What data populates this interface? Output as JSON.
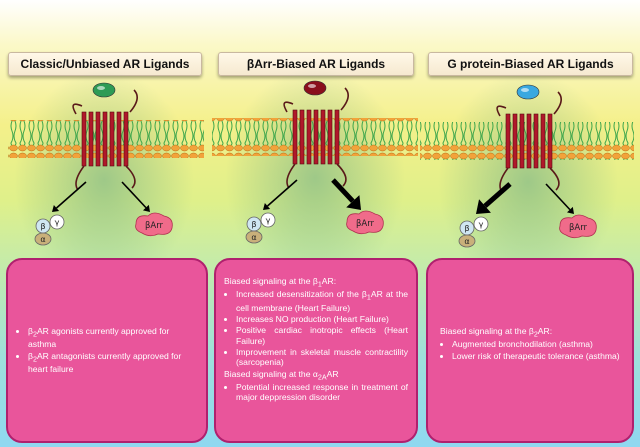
{
  "panels": [
    {
      "title": "Classic/Unbiased AR Ligands",
      "ligand_color": "#2e9b55",
      "arrow_left": "thin",
      "arrow_right": "thin",
      "card": {
        "header": "",
        "items": [
          {
            "pre": "β",
            "sub": "2",
            "post": "AR agonists currently approved for asthma"
          },
          {
            "pre": "β",
            "sub": "2",
            "post": "AR antagonists currently approved for heart failure"
          }
        ]
      }
    },
    {
      "title": "βArr-Biased AR Ligands",
      "ligand_color": "#8a0f1c",
      "arrow_left": "thin",
      "arrow_right": "thick",
      "card": {
        "header1": {
          "pre": "Biased signaling at the β",
          "sub": "1",
          "post": "AR:"
        },
        "items1": [
          {
            "pre": "Increased desensitization of the β",
            "sub": "1",
            "post": "AR at the cell membrane (Heart Failure)"
          },
          {
            "pre": "Increases NO production (Heart Failure)",
            "sub": "",
            "post": ""
          },
          {
            "pre": "Positive cardiac inotropic effects (Heart Failure)",
            "sub": "",
            "post": ""
          },
          {
            "pre": "Improvement in skeletal muscle contractility (sarcopenia)",
            "sub": "",
            "post": ""
          }
        ],
        "header2": {
          "pre": "Biased signaling at the α",
          "sub": "2A",
          "post": "AR"
        },
        "items2": [
          {
            "pre": "Potential increased response in treatment of major deppression disorder",
            "sub": "",
            "post": ""
          }
        ]
      }
    },
    {
      "title": "G protein-Biased AR Ligands",
      "ligand_color": "#3aa8e0",
      "arrow_left": "thick",
      "arrow_right": "thin",
      "card": {
        "header": {
          "pre": "Biased signaling at the β",
          "sub": "2",
          "post": "AR:"
        },
        "items": [
          {
            "pre": "Augmented bronchodilation (asthma)",
            "sub": "",
            "post": ""
          },
          {
            "pre": "Lower risk of therapeutic tolerance (asthma)",
            "sub": "",
            "post": ""
          }
        ]
      }
    }
  ],
  "labels": {
    "gamma": "γ",
    "beta": "β",
    "alpha": "α",
    "arrestin": "βArr"
  }
}
